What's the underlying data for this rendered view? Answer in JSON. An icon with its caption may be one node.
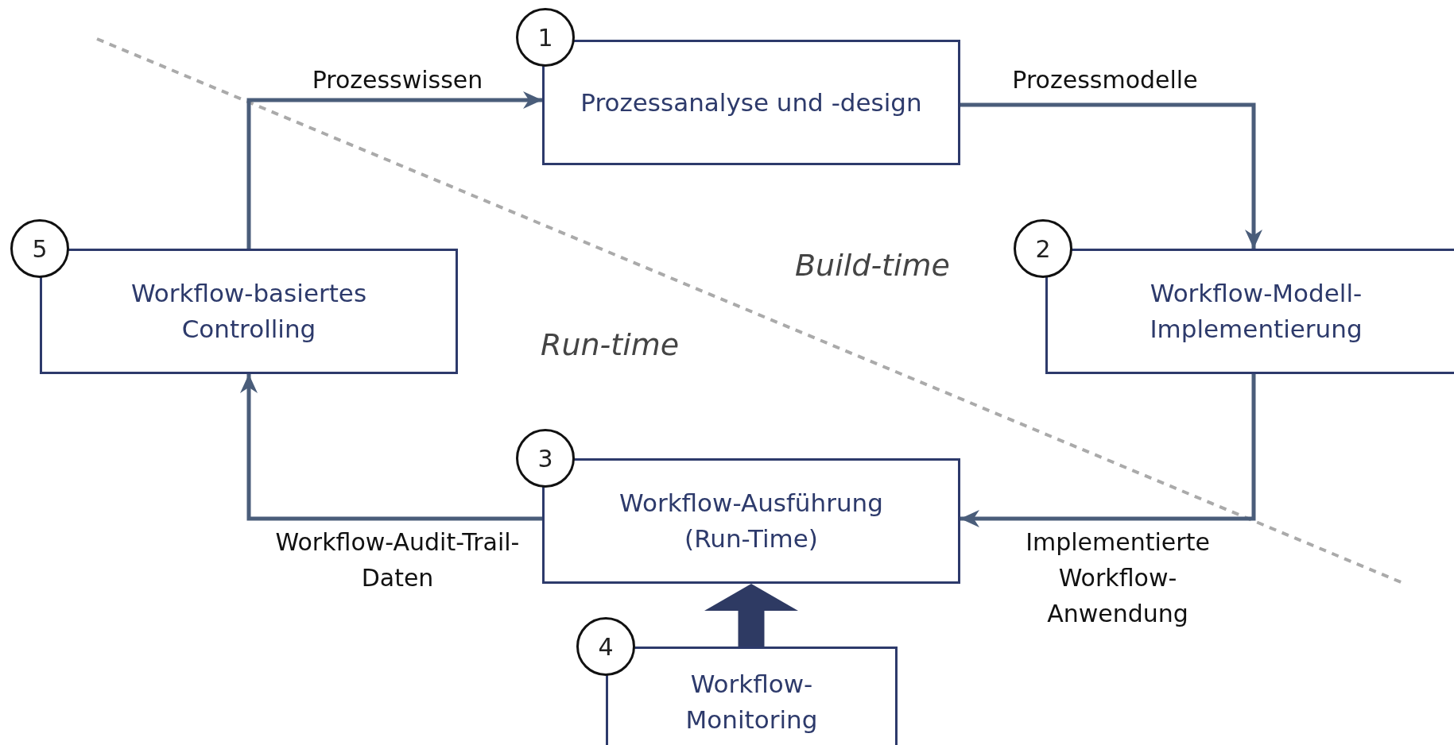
{
  "diagram": {
    "nodes": [
      {
        "text": [
          "1"
        ]
      },
      {
        "text": [
          "Prozessanalyse und -design"
        ]
      },
      {
        "text": [
          "2"
        ]
      },
      {
        "text": [
          "Workflow-Modell-Implementierung"
        ]
      },
      {
        "text": [
          "3"
        ]
      },
      {
        "text": [
          "Workflow-Ausführung (Run-Time)"
        ]
      },
      {
        "text": [
          "4"
        ]
      },
      {
        "text": [
          "Workflow-Monitoring"
        ]
      },
      {
        "text": [
          "5"
        ]
      },
      {
        "text": [
          "Workflow-basiertes Controlling"
        ]
      }
    ],
    "edges": [
      {
        "from": 9,
        "to": 1,
        "arrow": "to",
        "label": "Prozesswissen"
      },
      {
        "from": 1,
        "to": 3,
        "arrow": "to",
        "label": "Prozessmodelle"
      },
      {
        "from": 3,
        "to": 5,
        "arrow": "to",
        "label": "Implementierte Workflow-Anwendung"
      },
      {
        "from": 5,
        "to": 9,
        "arrow": "to",
        "label": "Workflow-Audit-Trail-Daten"
      },
      {
        "from": 7,
        "to": 5,
        "arrow": "to",
        "style": "thick",
        "color": "#2e3a63"
      }
    ],
    "labels": [
      "Build-time",
      "Run-time"
    ]
  }
}
